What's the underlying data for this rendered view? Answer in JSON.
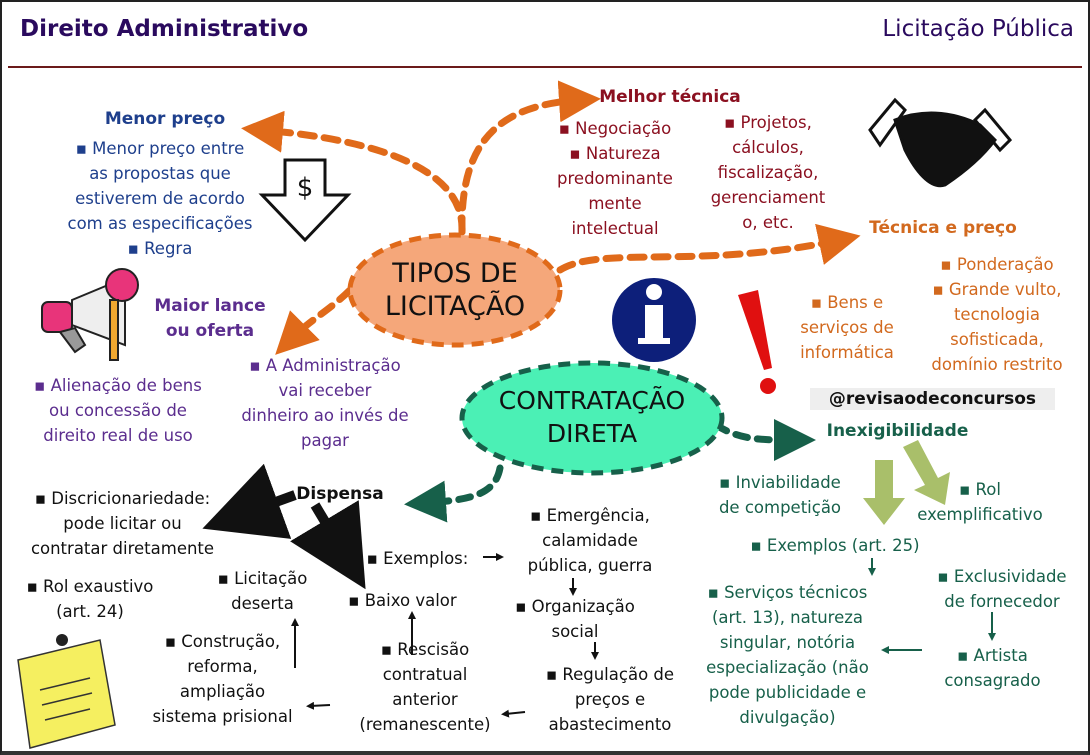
{
  "header": {
    "subject": "Direito Administrativo",
    "topic": "Licitação Pública"
  },
  "nodes": {
    "tipos": [
      "TIPOS DE",
      "LICITAÇÃO"
    ],
    "contratacao": [
      "CONTRATAÇÃO",
      "DIRETA"
    ]
  },
  "menor_preco": {
    "title": "Menor preço",
    "lines": [
      "▪ Menor preço entre",
      "as propostas que",
      "estiverem de acordo",
      "com as especificações",
      "▪ Regra"
    ]
  },
  "maior_lance": {
    "title": "Maior lance",
    "title2": "ou oferta",
    "alienacao": [
      "▪ Alienação de bens",
      "ou concessão de",
      "direito real de uso"
    ],
    "administracao": [
      "▪ A Administração",
      "vai receber",
      "dinheiro ao invés de",
      "pagar"
    ]
  },
  "melhor_tecnica": {
    "title": "Melhor técnica",
    "a": [
      "▪ Negociação",
      "▪ Natureza",
      "predominante",
      "mente",
      "intelectual"
    ],
    "b": [
      "▪ Projetos,",
      "cálculos,",
      "fiscalização,",
      "gerenciament",
      "o, etc."
    ]
  },
  "tecnica_preco": {
    "title": "Técnica e preço",
    "a": [
      "▪ Ponderação",
      "▪ Grande vulto,",
      "tecnologia",
      "sofisticada,",
      "domínio restrito"
    ],
    "b": [
      "▪ Bens e",
      "serviços de",
      "informática"
    ]
  },
  "handle": "@revisaodeconcursos",
  "info_icon": "i",
  "inexigibilidade": {
    "title": "Inexigibilidade",
    "inviabilidade": [
      "▪ Inviabilidade",
      "de competição"
    ],
    "rol": [
      "▪ Rol",
      "exemplificativo"
    ],
    "exemplos": "▪ Exemplos (art. 25)",
    "servicos": [
      "▪ Serviços técnicos",
      "(art. 13), natureza",
      "singular, notória",
      "especialização (não",
      "pode publicidade e",
      "divulgação)"
    ],
    "exclusividade": [
      "▪ Exclusividade",
      "de fornecedor"
    ],
    "artista": [
      "▪ Artista",
      "consagrado"
    ]
  },
  "dispensa": {
    "title": "Dispensa",
    "discricionariedade": [
      "▪ Discricionariedade:",
      "pode licitar ou",
      "contratar diretamente"
    ],
    "rol": [
      "▪ Rol exaustivo",
      "(art. 24)"
    ],
    "exemplos": "▪ Exemplos:",
    "baixo_valor": "▪ Baixo valor",
    "deserta": [
      "▪ Licitação",
      "deserta"
    ],
    "emergencia": [
      "▪ Emergência,",
      "calamidade",
      "pública, guerra"
    ],
    "organizacao": [
      "▪ Organização",
      "social"
    ],
    "regulacao": [
      "▪ Regulação de",
      "preços e",
      "abastecimento"
    ],
    "rescisao": [
      "▪ Rescisão",
      "contratual",
      "anterior",
      "(remanescente)"
    ],
    "construcao": [
      "▪ Construção,",
      "reforma,",
      "ampliação",
      "sistema prisional"
    ]
  },
  "colors": {
    "orange": "#e06a1a",
    "green": "#17604a",
    "tipos_fill": "#f5a77a",
    "contratacao_fill": "#4bf0b5"
  }
}
